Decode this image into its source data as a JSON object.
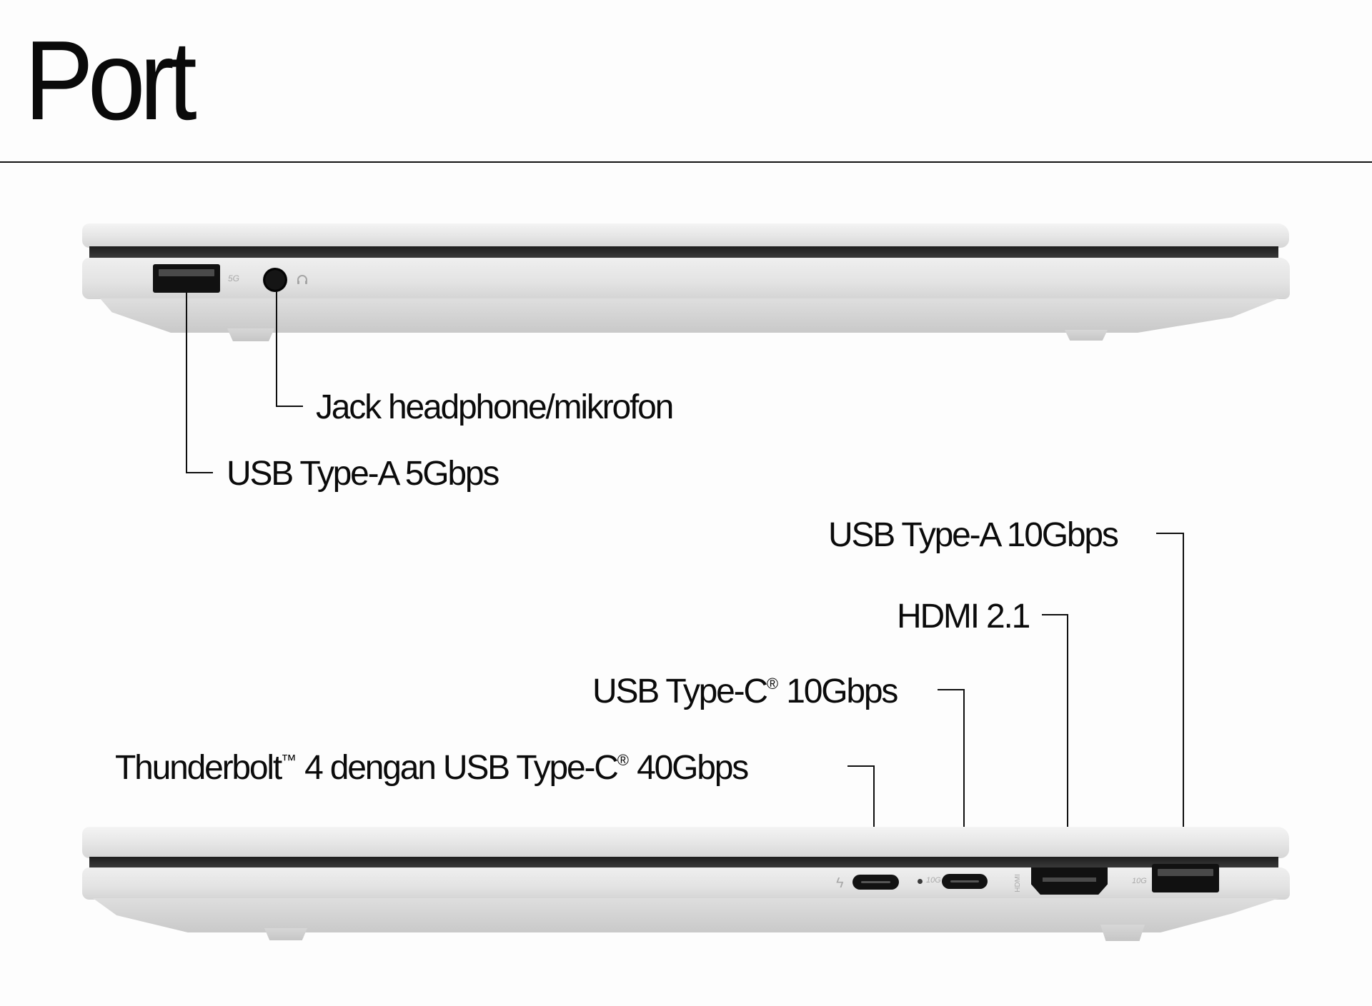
{
  "page": {
    "title": "Port"
  },
  "left_side": {
    "labels": {
      "headphone_jack": "Jack headphone/mikrofon",
      "usb_a_5g": "USB Type-A 5Gbps"
    },
    "icons": {
      "usb_a_speed": "5G",
      "headphone": "headphone-icon"
    }
  },
  "right_side": {
    "labels": {
      "usb_a_10g": "USB Type-A 10Gbps",
      "hdmi": "HDMI 2.1",
      "usb_c_10g_prefix": "USB Type-C",
      "usb_c_10g_suffix": " 10Gbps",
      "thunderbolt_prefix": "Thunderbolt",
      "thunderbolt_middle": " 4 dengan USB Type-C",
      "thunderbolt_suffix": " 40Gbps",
      "registered_mark": "®",
      "trademark_mark": "™"
    },
    "icons": {
      "thunderbolt": "ϟ",
      "usb_c_speed": "10G",
      "hdmi_logo": "HDMI",
      "usb_a_speed": "10G"
    }
  },
  "colors": {
    "background": "#fdfdfd",
    "text": "#0a0a0a",
    "laptop_body": "#e4e4e4",
    "port": "#111111"
  }
}
